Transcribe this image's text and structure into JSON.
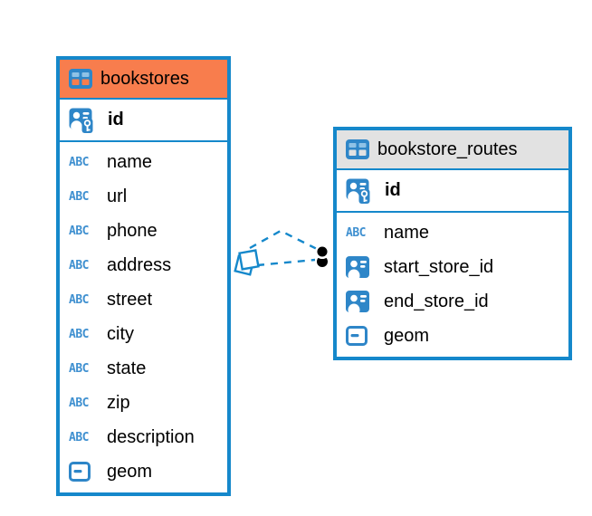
{
  "colors": {
    "accent_blue": "#1588CB",
    "icon_blue": "#2E86C8",
    "bookstores_header_bg": "#F87D4D",
    "routes_header_bg": "#E2E2E2"
  },
  "icons": {
    "text_type_label": "ABC"
  },
  "tables": [
    {
      "name": "bookstores",
      "primary_key": "id",
      "columns": [
        "name",
        "url",
        "phone",
        "address",
        "street",
        "city",
        "state",
        "zip",
        "description",
        "geom"
      ]
    },
    {
      "name": "bookstore_routes",
      "primary_key": "id",
      "columns": [
        "name",
        "start_store_id",
        "end_store_id",
        "geom"
      ]
    }
  ],
  "relationships": [
    {
      "from_table": "bookstores",
      "to_table": "bookstore_routes",
      "line_style": "dashed"
    },
    {
      "from_table": "bookstores",
      "to_table": "bookstore_routes",
      "line_style": "dashed"
    }
  ]
}
